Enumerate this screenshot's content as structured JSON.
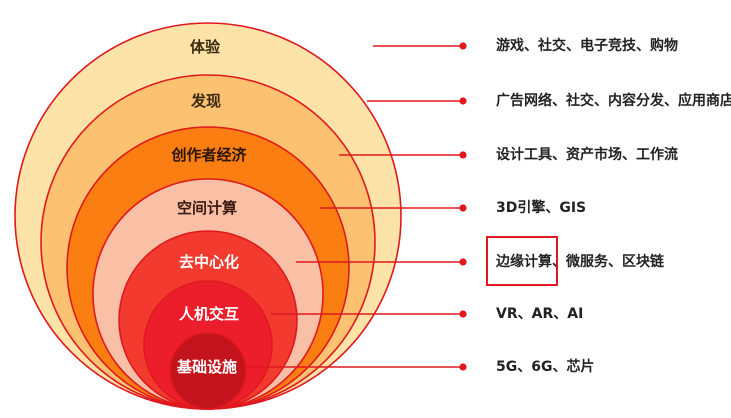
{
  "layers": [
    {
      "name": "体验",
      "description": "游戏、社交、电子竞技、购物",
      "fill": "#FDE3A8",
      "text_color": "#3A2A10"
    },
    {
      "name": "发现",
      "description": "广告网络、社交、内容分发、应用商店",
      "fill": "#FCC171",
      "text_color": "#3A2A10"
    },
    {
      "name": "创作者经济",
      "description": "设计工具、资产市场、工作流",
      "fill": "#FA7E12",
      "text_color": "#2A1505"
    },
    {
      "name": "空间计算",
      "description": "3D引擎、GIS",
      "fill": "#F9C0A6",
      "text_color": "#3A1A10"
    },
    {
      "name": "去中心化",
      "description_parts": [
        "边缘计算",
        "、微服务、区块链"
      ],
      "highlight": "边缘计算",
      "fill": "#F23A2E",
      "text_color": "#FFFFFF"
    },
    {
      "name": "人机交互",
      "description": "VR、AR、AI",
      "fill": "#EC1E2B",
      "text_color": "#FFFFFF"
    },
    {
      "name": "基础设施",
      "description": "5G、6G、芯片",
      "fill": "#C3141D",
      "text_color": "#FFFFFF"
    }
  ],
  "colors": {
    "outline": "#E0191E",
    "connector": "#E0191E",
    "highlight_box": "#E0191E"
  }
}
